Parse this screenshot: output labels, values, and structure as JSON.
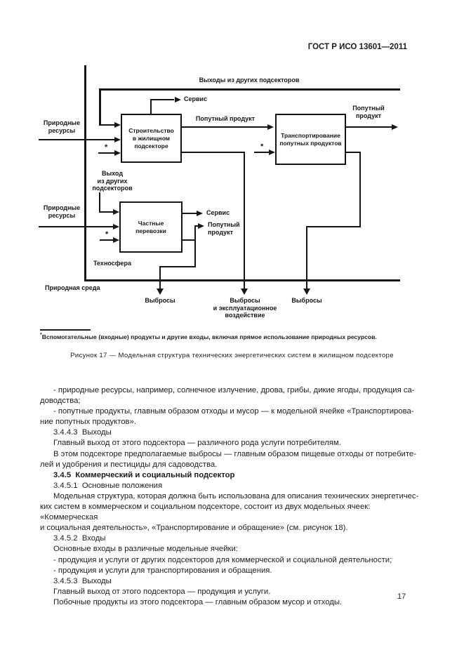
{
  "header": {
    "standard_ref": "ГОСТ Р ИСО 13601—2011"
  },
  "figure": {
    "diagram": {
      "top_flow_label": "Выходы из других подсекторов",
      "service_top_label": "Сервис",
      "byproduct_mid_label": "Попутный продукт",
      "byproduct_out_label": "Попутный\nпродукт",
      "natural_resources_label_1": "Природные\nресурсы",
      "asterisk_1": "*",
      "asterisk_2": "*",
      "asterisk_3": "*",
      "output_from_other_label": "Выход\nиз других\nподсекторов",
      "natural_resources_label_2": "Природные\nресурсы",
      "service_out_label": "Сервис",
      "byproduct_out2_label": "Попутный\nпродукт",
      "technosphere_label": "Техносфера",
      "natural_environment_label": "Природная среда",
      "emissions_label_left": "Выбросы",
      "emissions_label_middle": "Выбросы\nи эксплуатационное\nвоздействие",
      "emissions_label_right": "Выбросы",
      "box_construction": "Строительство\nв жилищном\nподсекторе",
      "box_transport": "Транспортирование\nпопутных продуктов",
      "box_private_transport": "Частные\nперевозки"
    },
    "footnote_marker": "*",
    "footnote_text": "Вспомогательные (входные) продукты и другие входы, включая прямое использование природных ресурсов.",
    "caption": "Рисунок 17 — Модельная структура технических энергетических систем в жилищном подсекторе"
  },
  "body": {
    "paragraphs": [
      {
        "lines": [
          "- природные ресурсы, например, солнечное излучение, дрова, грибы, дикие ягоды, продукция са-",
          "доводства;"
        ]
      },
      {
        "lines": [
          "- попутные продукты, главным образом отходы и мусор — к модельной ячейке «Транспортирова-",
          "ние попутных продуктов»."
        ]
      },
      {
        "lines": [
          "3.4.4.3  Выходы"
        ]
      },
      {
        "lines": [
          "Главный выход от этого подсектора — различного рода услуги потребителям."
        ]
      },
      {
        "lines": [
          "В этом подсекторе предполагаемые выбросы — главным образом пищевые отходы от потребите-",
          "лей и удобрения и пестициды для садоводства."
        ]
      },
      {
        "lines": [
          "3.4.5  Коммерческий и социальный подсектор"
        ]
      },
      {
        "lines": [
          "3.4.5.1  Основные положения"
        ]
      },
      {
        "lines": [
          "Модельная структура, которая должна быть использована для описания технических энергетичес-",
          "ких систем в коммерческом и социальном подсекторе, состоит из двух модельных ячеек: «Коммерческая",
          "и социальная деятельность», «Транспортирование и обращение» (см. рисунок 18)."
        ]
      },
      {
        "lines": [
          "3.4.5.2  Входы"
        ]
      },
      {
        "lines": [
          "Основные входы в различные модельные ячейки:"
        ]
      },
      {
        "lines": [
          "- продукция и услуги от других подсекторов для коммерческой и социальной деятельности;"
        ]
      },
      {
        "lines": [
          "- продукция и услуги для транспортирования и обращения."
        ]
      },
      {
        "lines": [
          "3.4.5.3  Выходы"
        ]
      },
      {
        "lines": [
          "Главный выход от этого подсектора — продукция и услуги."
        ]
      },
      {
        "lines": [
          "Побочные продукты из этого подсектора — главным образом мусор и отходы."
        ]
      }
    ]
  },
  "footer": {
    "page_number": "17"
  }
}
